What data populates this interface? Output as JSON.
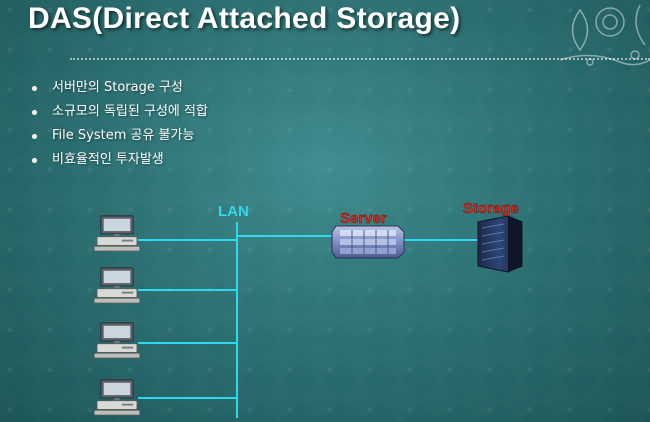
{
  "slide": {
    "title": "DAS(Direct Attached Storage)",
    "bullets": [
      "서버만의 Storage 구성",
      "소규모의 독립된 구성에 적합",
      "File System 공유 불가능",
      "비효율적인 투자발생"
    ]
  },
  "diagram": {
    "lan_label": "LAN",
    "server_label": "Server",
    "storage_label": "Storage",
    "client_count": 4,
    "icons": [
      "desktop-computer-icon",
      "server-icon",
      "storage-array-icon"
    ],
    "colors": {
      "background": "#2d7274",
      "lan_line": "#2fd8ee",
      "lan_label": "#2fd8ee",
      "server_label": "#e8281e",
      "storage_label": "#e8281e",
      "text": "#ffffff"
    }
  }
}
